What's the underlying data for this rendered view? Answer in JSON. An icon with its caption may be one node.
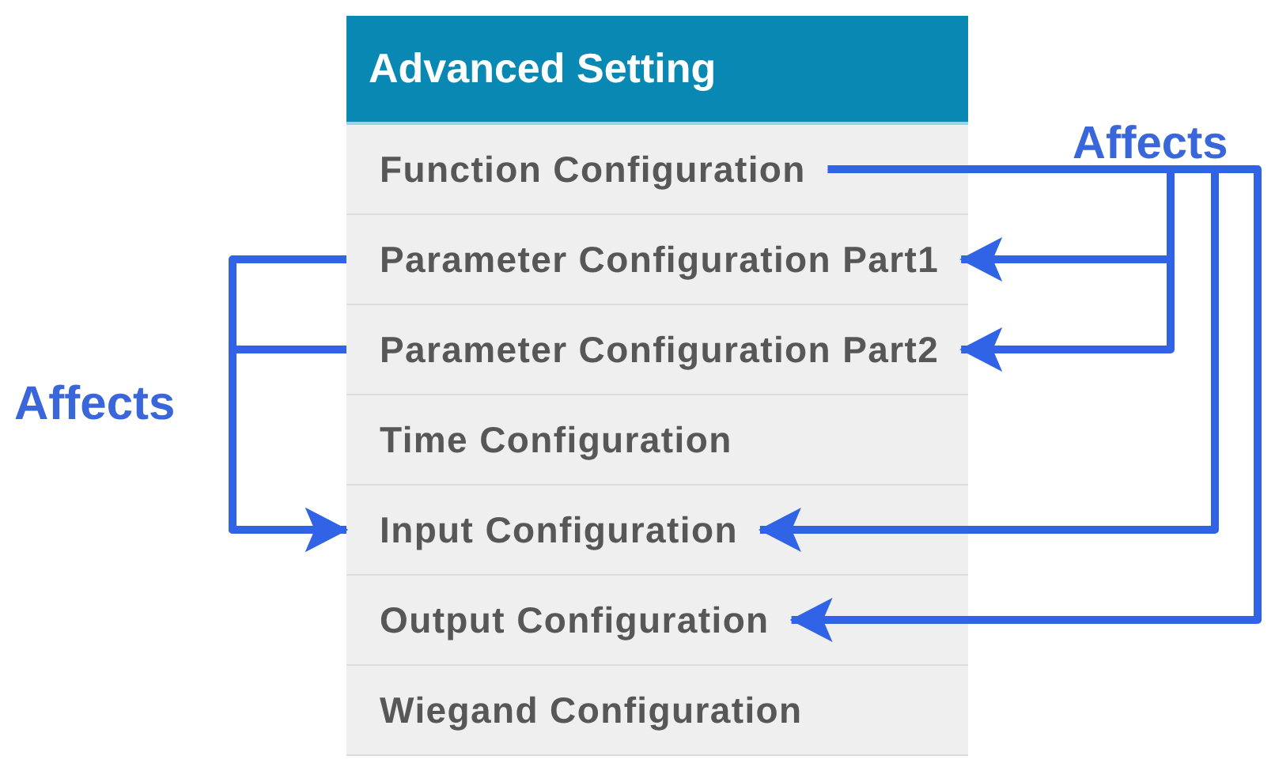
{
  "diagram": {
    "nodes": [
      {
        "text": [
          "Advanced Setting"
        ]
      },
      {
        "text": [
          "Function Configuration"
        ],
        "in": 0
      },
      {
        "text": [
          "Parameter Configuration Part1"
        ],
        "in": 0
      },
      {
        "text": [
          "Parameter Configuration Part2"
        ],
        "in": 0
      },
      {
        "text": [
          "Time Configuration"
        ],
        "in": 0
      },
      {
        "text": [
          "Input Configuration"
        ],
        "in": 0
      },
      {
        "text": [
          "Output Configuration"
        ],
        "in": 0
      },
      {
        "text": [
          "Wiegand Configuration"
        ],
        "in": 0
      }
    ],
    "edges": [
      {
        "from": 1,
        "to": 2,
        "arrow": "to"
      },
      {
        "from": 1,
        "to": 3,
        "arrow": "to"
      },
      {
        "from": 1,
        "to": 5,
        "arrow": "to"
      },
      {
        "from": 1,
        "to": 6,
        "arrow": "to"
      },
      {
        "from": 2,
        "to": 5,
        "arrow": "to"
      },
      {
        "from": 3,
        "to": 5,
        "arrow": "to"
      }
    ],
    "labels": [
      "Affects",
      "Affects"
    ]
  }
}
